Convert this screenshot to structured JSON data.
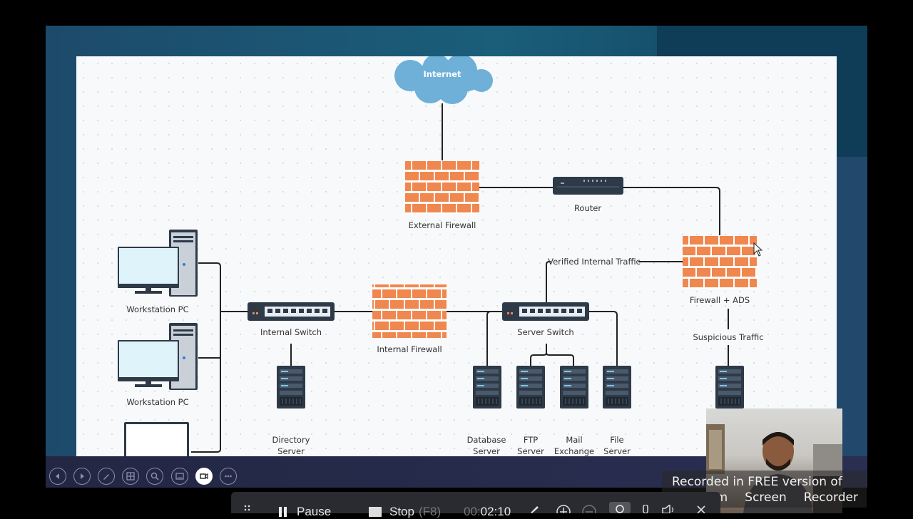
{
  "diagram": {
    "cloud_label": "Internet",
    "nodes": {
      "external_firewall": "External Firewall",
      "router": "Router",
      "firewall_ads": "Firewall + ADS",
      "internal_switch": "Internal Switch",
      "internal_firewall": "Internal Firewall",
      "server_switch": "Server Switch",
      "workstation_1": "Workstation PC",
      "workstation_2": "Workstation PC",
      "directory_server": [
        "Directory",
        "Server"
      ],
      "database_server": [
        "Database",
        "Server"
      ],
      "ftp_server": [
        "FTP",
        "Server"
      ],
      "mail_exchange": [
        "Mail",
        "Exchange"
      ],
      "file_server": [
        "File",
        "Server"
      ]
    },
    "edges": {
      "verified": "Verified Internal Traffic",
      "suspicious": "Suspicious Traffic"
    },
    "colors": {
      "brick": "#f0874f",
      "cloud": "#6fb0d8",
      "device": "#2e3a48",
      "screen": "#dff3fb"
    }
  },
  "presentation_controls": [
    "previous-icon",
    "next-icon",
    "pen-icon",
    "slides-grid-icon",
    "zoom-icon",
    "subtitles-icon",
    "camera-icon",
    "more-icon"
  ],
  "watermark": {
    "line1": "Recorded in FREE version of",
    "line2": [
      "Icecream",
      "Screen",
      "Recorder"
    ]
  },
  "recorder_bar": {
    "pause": "Pause",
    "stop": "Stop",
    "stop_key": "(F8)",
    "time_prefix": "00:",
    "time": "02:10"
  }
}
